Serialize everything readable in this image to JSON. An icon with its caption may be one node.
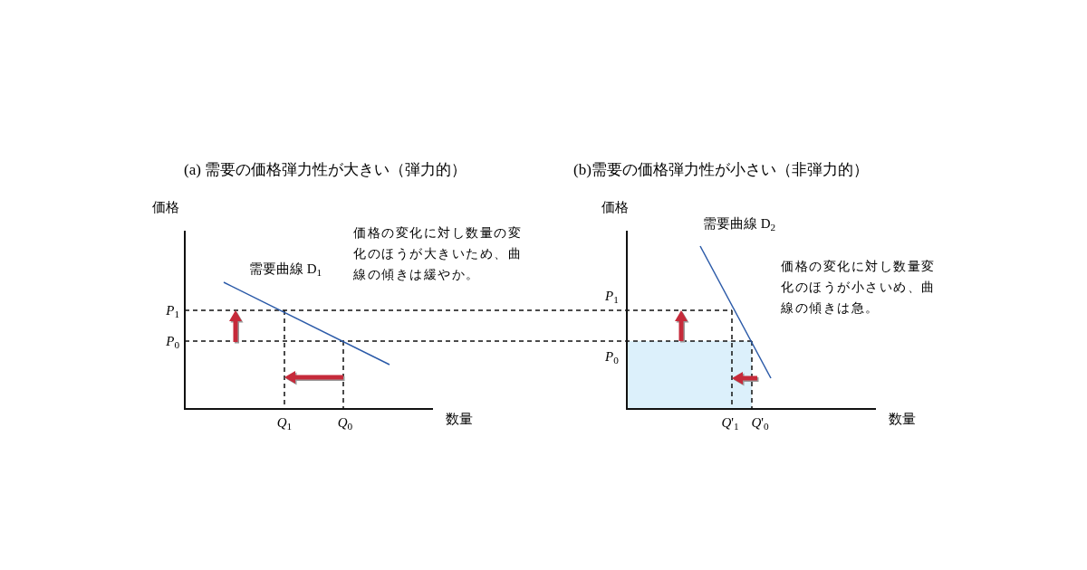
{
  "diagram": {
    "nodes": [
      {
        "text": [],
        "shape": "box"
      }
    ],
    "labels": [
      "(a) 需要の価格弾力性が大きい（弾力的）",
      "価格",
      "需要曲線 D$_{1}$",
      "価格の変化に対し数量の変化のほうが大きいため、曲線の傾きは緩やか。",
      "*P*$_{1}$",
      "*P*$_{0}$",
      "*Q*$_{1}$",
      "*Q*$_{0}$",
      "数量",
      "(b)需要の価格弾力性が小さい（非弾力的）",
      "価格",
      "需要曲線 D$_{2}$",
      "価格の変化に対し数量変化のほうが小さいめ、曲線の傾きは急。",
      "*P*$_{1}$",
      "*P*$_{0}$",
      "*Q*'$_{1}$",
      "*Q*'$_{0}$",
      "数量"
    ]
  }
}
